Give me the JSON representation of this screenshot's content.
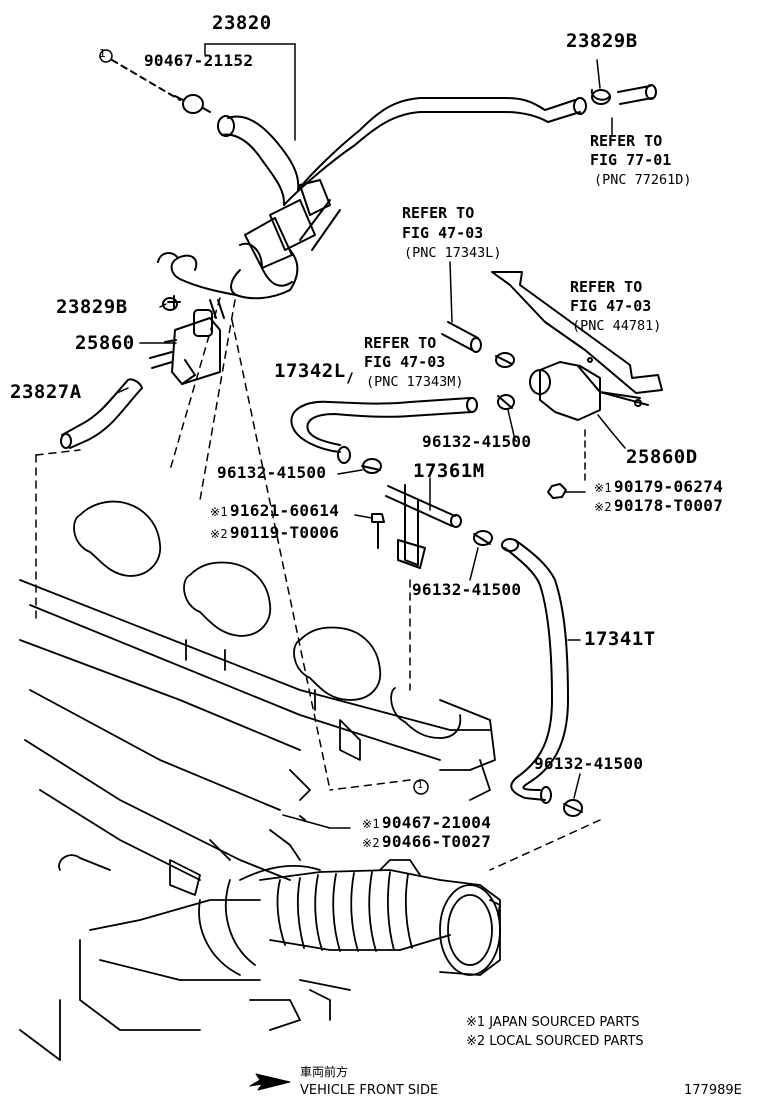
{
  "parts": {
    "p23820": "23820",
    "p90467_21152": "90467-21152",
    "p23829b_top": "23829B",
    "p23829b_left": "23829B",
    "p25860": "25860",
    "p23827a": "23827A",
    "p17342l": "17342L",
    "p96132_a": "96132-41500",
    "p96132_b": "96132-41500",
    "p96132_c": "96132-41500",
    "p96132_d": "96132-41500",
    "p25860d": "25860D",
    "p17361m": "17361M",
    "p17341t": "17341T",
    "p91621": "91621-60614",
    "p90119": "90119-T0006",
    "p90179": "90179-06274",
    "p90178": "90178-T0007",
    "p90467_21004": "90467-21004",
    "p90466": "90466-T0027"
  },
  "marks": {
    "m1": "※1",
    "m2": "※2",
    "circled_one": "1"
  },
  "refs": {
    "r77": {
      "line1": "REFER TO",
      "line2": "FIG 77-01",
      "line3": "(PNC 77261D)"
    },
    "r47_l": {
      "line1": "REFER TO",
      "line2": "FIG 47-03",
      "line3": "(PNC 17343L)"
    },
    "r47_44781": {
      "line1": "REFER TO",
      "line2": "FIG 47-03",
      "line3": "(PNC 44781)"
    },
    "r47_m": {
      "line1": "REFER TO",
      "line2": "FIG 47-03",
      "line3": "(PNC 17343M)"
    }
  },
  "legend": {
    "japan": "※1 JAPAN SOURCED PARTS",
    "local": "※2 LOCAL SOURCED PARTS"
  },
  "direction": {
    "jp": "車両前方",
    "en": "VEHICLE FRONT SIDE"
  },
  "figure_id": "177989E"
}
